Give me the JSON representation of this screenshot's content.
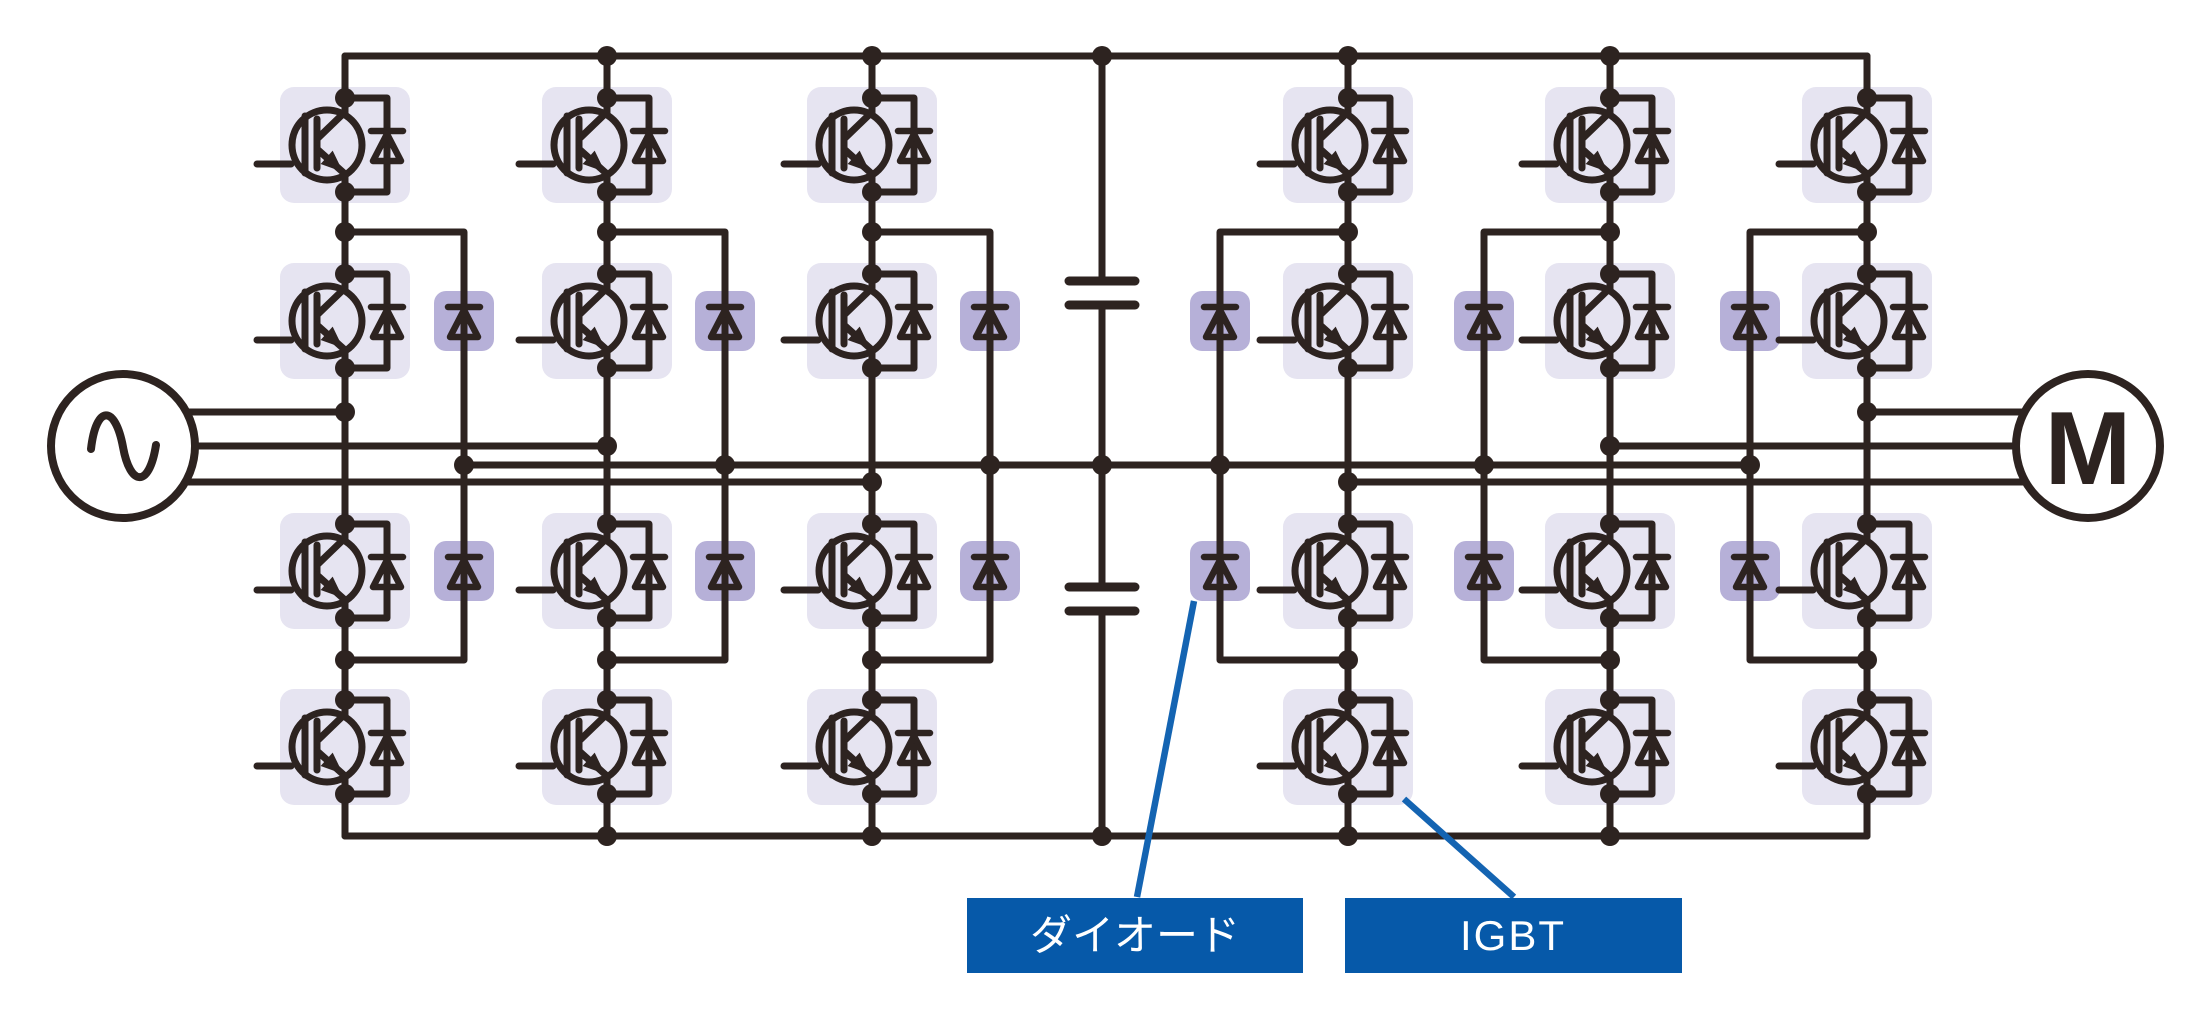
{
  "diagram": {
    "kind": "three-level-npc-back-to-back-converter",
    "ac_source": {
      "icon": "ac-sine-icon"
    },
    "motor": {
      "label": "M"
    },
    "structure": {
      "phase_legs": 6,
      "igbt_cells_per_leg": 4,
      "clamp_diodes_per_leg": 2,
      "dc_link_capacitors": 2,
      "source_phase_lines": 3,
      "motor_phase_lines": 3
    }
  },
  "callouts": {
    "diode": {
      "text": "ダイオード",
      "points_to": "clamp-diode"
    },
    "igbt": {
      "text": "IGBT",
      "points_to": "igbt-cell"
    }
  },
  "colors": {
    "background": "#FFFFFF",
    "wire": "#2D2320",
    "igbt_cell_bg": "#E6E4F1",
    "clamp_diode_bg": "#B6B0D8",
    "label_bg": "#0659A9",
    "label_text": "#FFFFFF",
    "callout_line": "#1464B2"
  }
}
